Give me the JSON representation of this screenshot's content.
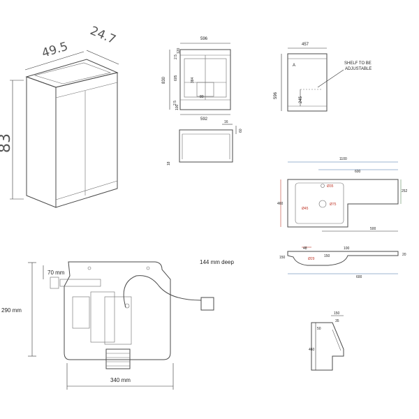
{
  "iso_cabinet": {
    "width": "49.5",
    "depth": "24.7",
    "height": "83"
  },
  "front_view": {
    "width_top": "596",
    "width_bottom": "592",
    "height": "830",
    "top_gap": "2.5",
    "top_rail": "120",
    "inner_height": "605",
    "shelf_height": "384",
    "shelf_inset": "80",
    "bottom_gap": "2.5",
    "plinth": "100"
  },
  "side_view": {
    "depth": "457",
    "height": "596",
    "note_line1": "SHELF TO BE",
    "note_line2": "ADJUSTABLE",
    "shelf_dim": "245"
  },
  "top_view": {
    "thickness": "16",
    "depth": "60",
    "side": "18"
  },
  "basin_top": {
    "width": "1100",
    "bowl_width": "600",
    "depth": "460",
    "bowl_depth": "252",
    "tap_hole": "Ø35",
    "waste": "Ø75",
    "waste2": "Ø45",
    "offset": "500"
  },
  "basin_section": {
    "a": "48",
    "b": "100",
    "c": "150",
    "d": "Ø29",
    "e": "20",
    "f": "600"
  },
  "basin_side": {
    "a": "150",
    "b": "35",
    "c": "50",
    "d": "460"
  },
  "cistern": {
    "depth_note": "144 mm deep",
    "inlet_height": "70 mm",
    "height": "290 mm",
    "width": "340 mm"
  }
}
